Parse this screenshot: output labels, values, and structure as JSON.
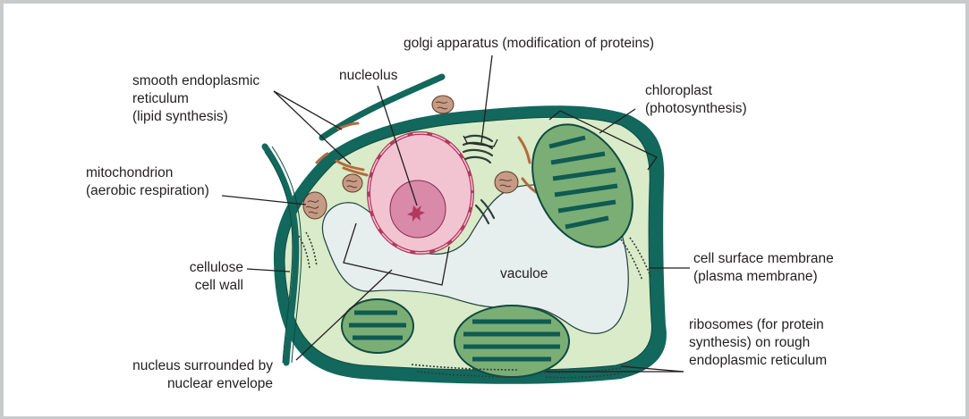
{
  "labels": {
    "smooth_er": [
      "smooth endoplasmic",
      "reticulum",
      "(lipid synthesis)"
    ],
    "nucleolus": "nucleolus",
    "golgi": "golgi apparatus (modification of proteins)",
    "chloroplast": [
      "chloroplast",
      "(photosynthesis)"
    ],
    "mitochondrion": [
      "mitochondrion",
      "(aerobic respiration)"
    ],
    "cell_wall": [
      "cellulose",
      "cell wall"
    ],
    "vacuole": "vaculoe",
    "membrane": [
      "cell surface membrane",
      "(plasma membrane)"
    ],
    "nucleus": [
      "nucleus surrounded by",
      "nuclear envelope"
    ],
    "ribosomes": [
      "ribosomes (for protein",
      "synthesis) on rough",
      "endoplasmic reticulum"
    ]
  },
  "colors": {
    "frame_border": "#c9cacb",
    "cell_wall": "#12685c",
    "cytoplasm": "#d9ebc8",
    "vacuole": "#e6eeee",
    "nucleus": "#f2c4d2",
    "nuclear_envelope": "#b2385f",
    "nucleolus": "#d98aa9",
    "chloroplast": "#7bae75",
    "thylakoid": "#0f5b52",
    "mitochondrion": "#c59b86",
    "line": "#231f20"
  }
}
